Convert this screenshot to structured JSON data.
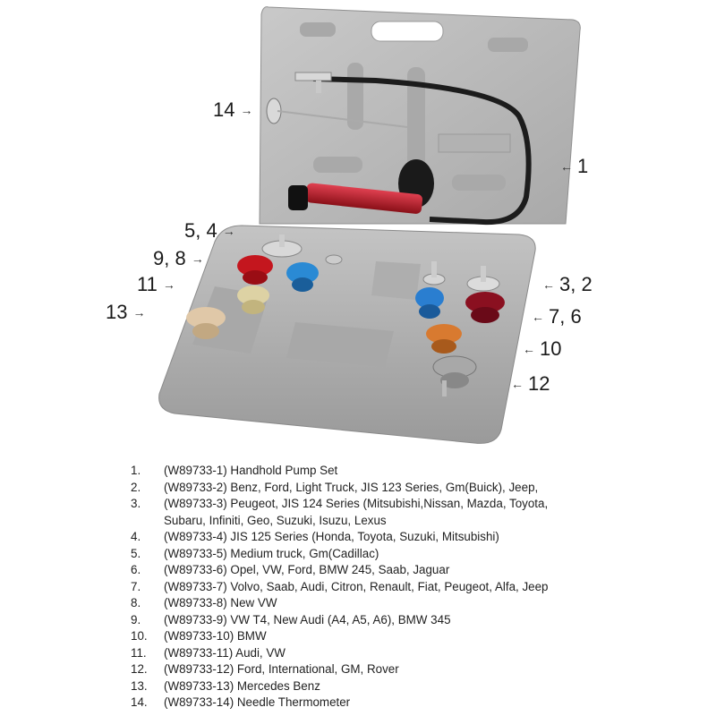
{
  "callouts": {
    "c14": {
      "label": "14",
      "arrow": "→"
    },
    "c1": {
      "label": "1",
      "arrow": "←"
    },
    "c54": {
      "label": "5, 4",
      "arrow": "→"
    },
    "c98": {
      "label": "9, 8",
      "arrow": "→"
    },
    "c11": {
      "label": "11",
      "arrow": "→"
    },
    "c13": {
      "label": "13",
      "arrow": "→"
    },
    "c32": {
      "label": "3, 2",
      "arrow": "←"
    },
    "c76": {
      "label": "7, 6",
      "arrow": "←"
    },
    "c10": {
      "label": "10",
      "arrow": "←"
    },
    "c12": {
      "label": "12",
      "arrow": "←"
    }
  },
  "parts": [
    {
      "num": "1.",
      "text": "(W89733-1) Handhold Pump Set"
    },
    {
      "num": "2.",
      "text": "(W89733-2) Benz, Ford, Light Truck, JIS 123 Series, Gm(Buick), Jeep,"
    },
    {
      "num": "3.",
      "text": "(W89733-3) Peugeot, JIS 124 Series (Mitsubishi,Nissan, Mazda, Toyota,",
      "cont": "Subaru, Infiniti, Geo, Suzuki, Isuzu, Lexus"
    },
    {
      "num": "4.",
      "text": "(W89733-4) JIS 125 Series (Honda, Toyota, Suzuki, Mitsubishi)"
    },
    {
      "num": "5.",
      "text": "(W89733-5) Medium truck, Gm(Cadillac)"
    },
    {
      "num": "6.",
      "text": "(W89733-6) Opel, VW, Ford, BMW 245, Saab, Jaguar"
    },
    {
      "num": "7.",
      "text": "(W89733-7) Volvo, Saab, Audi, Citron, Renault, Fiat, Peugeot, Alfa, Jeep"
    },
    {
      "num": "8.",
      "text": "(W89733-8) New VW"
    },
    {
      "num": "9.",
      "text": "(W89733-9) VW T4, New Audi (A4, A5, A6), BMW 345"
    },
    {
      "num": "10.",
      "text": "(W89733-10) BMW"
    },
    {
      "num": "11.",
      "text": "(W89733-11) Audi, VW"
    },
    {
      "num": "12.",
      "text": "(W89733-12) Ford, International, GM, Rover"
    },
    {
      "num": "13.",
      "text": "(W89733-13) Mercedes Benz"
    },
    {
      "num": "14.",
      "text": "(W89733-14) Needle Thermometer"
    }
  ],
  "colors": {
    "case": "#b9b9b9",
    "case_dark": "#9c9c9c",
    "pump": "#c8202c",
    "hose": "#1c1c1c"
  }
}
